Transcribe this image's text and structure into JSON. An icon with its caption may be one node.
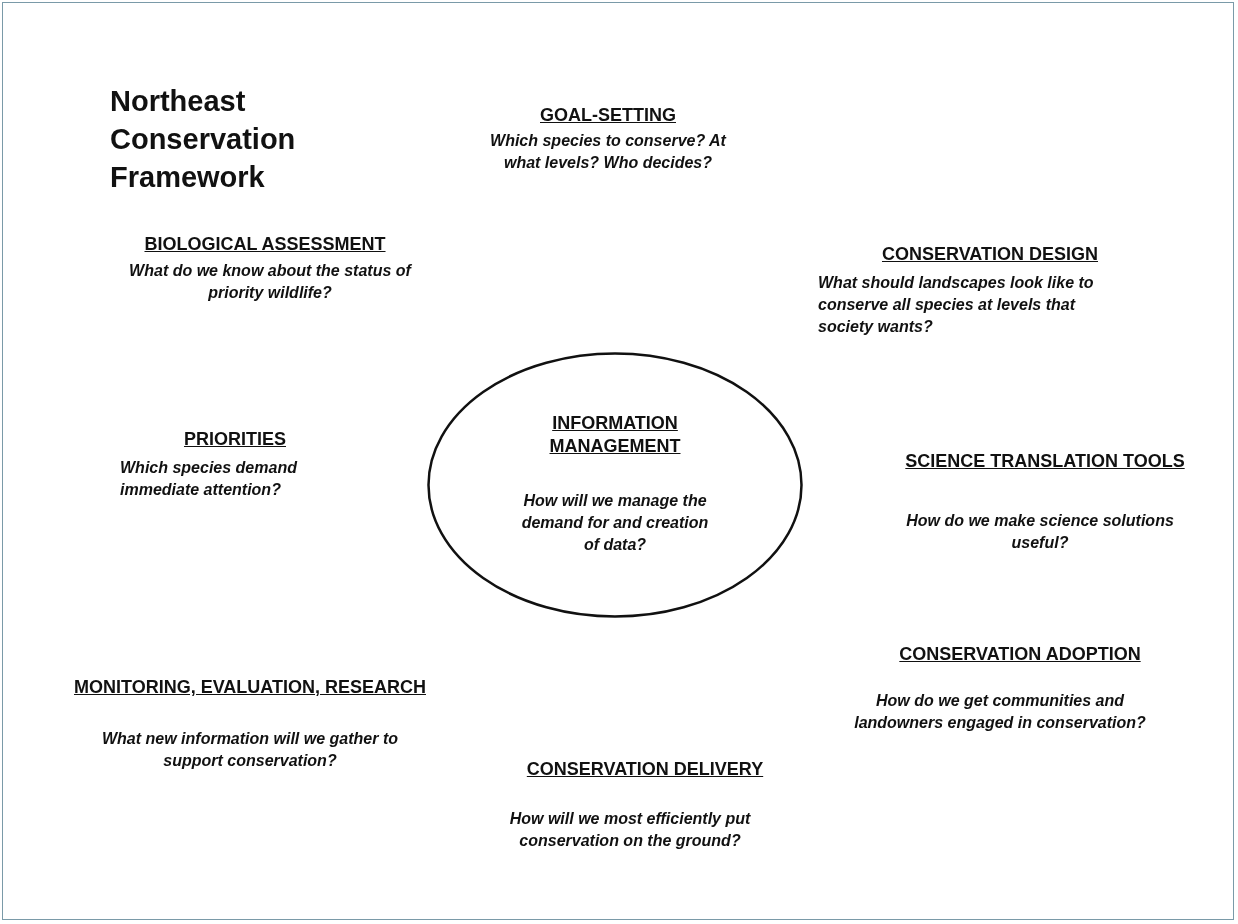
{
  "diagram": {
    "title": "Northeast Conservation Framework",
    "nodes": [
      {
        "text": [
          "INFORMATION MANAGEMENT",
          "How will we manage the demand for and creation of data?"
        ]
      }
    ],
    "labels": [
      "GOAL-SETTING",
      "Which species to conserve? At what levels? Who decides?",
      "BIOLOGICAL ASSESSMENT",
      "What do we know about the status of priority wildlife?",
      "CONSERVATION DESIGN",
      "What should landscapes look like to conserve all species at levels that society wants?",
      "PRIORITIES",
      "Which species demand immediate attention?",
      "SCIENCE TRANSLATION TOOLS",
      "How do we make science solutions useful?",
      "CONSERVATION ADOPTION",
      "How do we get communities and landowners engaged in conservation?",
      "MONITORING, EVALUATION, RESEARCH",
      "What new information will we gather to support conservation?",
      "CONSERVATION DELIVERY",
      "How will we most efficiently put conservation on the ground?"
    ]
  }
}
